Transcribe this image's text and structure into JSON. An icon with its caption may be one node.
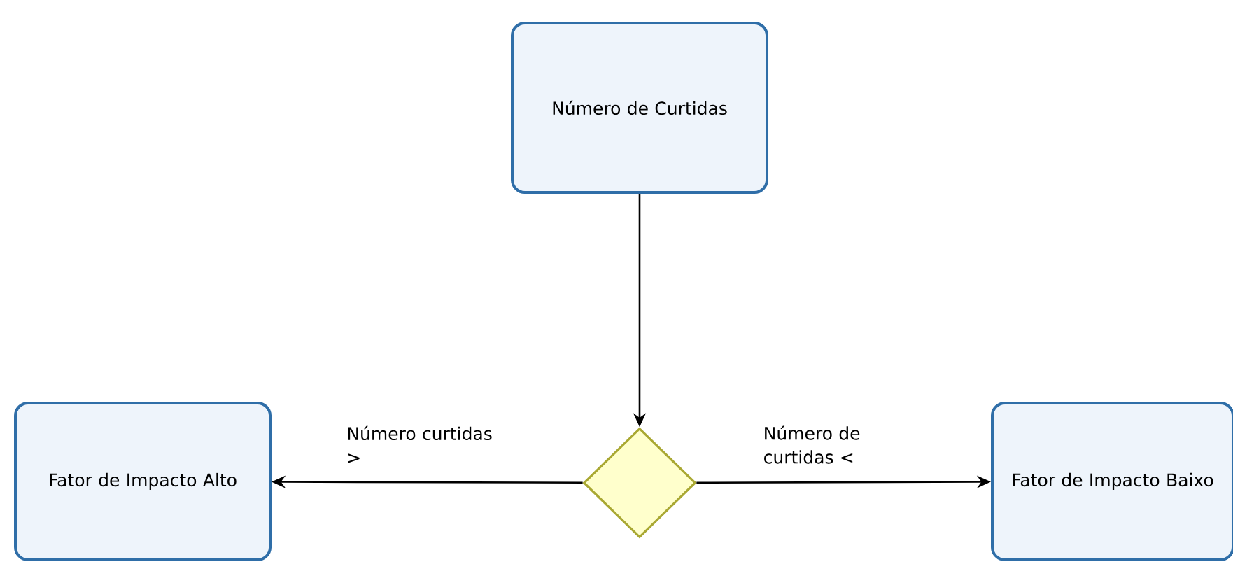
{
  "diagram": {
    "nodes": [
      {
        "text": [
          "Número de Curtidas"
        ]
      },
      {
        "text": [
          "Fator de Impacto Alto"
        ]
      },
      {
        "text": [],
        "shape": "diamond"
      },
      {
        "text": [
          "Fator de Impacto Baixo"
        ]
      }
    ],
    "edges": [
      {
        "from": 0,
        "to": 2,
        "arrow": "to"
      },
      {
        "from": 2,
        "to": 1,
        "arrow": "to",
        "label": "Número curtidas >"
      },
      {
        "from": 2,
        "to": 3,
        "arrow": "to",
        "label": "Número de curtidas <"
      }
    ]
  }
}
